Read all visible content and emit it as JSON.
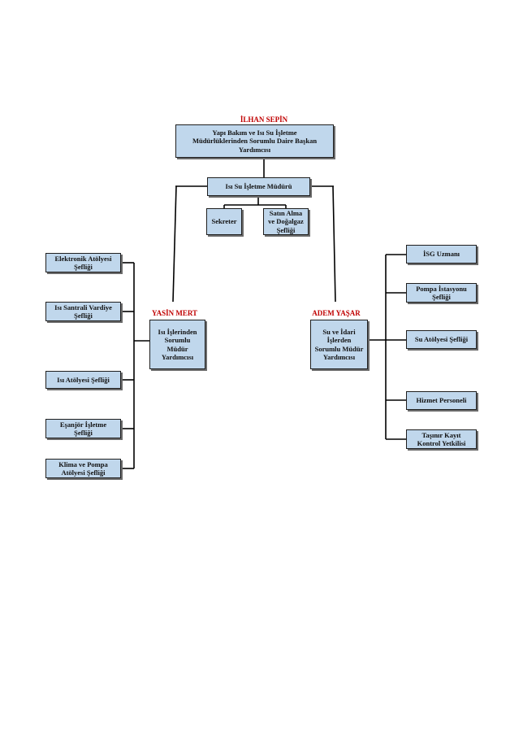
{
  "colors": {
    "box_fill": "#c0d7ec",
    "box_border": "#1f1f1f",
    "person_name": "#c00000",
    "connector": "#000000"
  },
  "top": {
    "person": "İLHAN SEPİN",
    "title": "Yapı Bakım ve Isı Su İşletme\nMüdürlüklerinden Sorumlu Daire  Başkan\nYardımcısı"
  },
  "manager": {
    "title": "Isı Su İşletme Müdürü"
  },
  "staff": [
    {
      "title": "Sekreter"
    },
    {
      "title": "Satın Alma\nve Doğalgaz\nŞefliği"
    }
  ],
  "left_deputy": {
    "person": "YASİN MERT",
    "title": "Isı İşlerinden\nSorumlu\nMüdür\nYardımcısı",
    "units": [
      {
        "title": "Elektronik Atölyesi\nŞefliği"
      },
      {
        "title": "Isı Santrali Vardiye\nŞefliği"
      },
      {
        "title": "Isı Atölyesi Şefliği"
      },
      {
        "title": "Eşanjör İşletme\nŞefliği"
      },
      {
        "title": "Klima ve Pompa\nAtölyesi Şefliği"
      }
    ]
  },
  "right_deputy": {
    "person": "ADEM YAŞAR",
    "title": "Su ve İdari\nİşlerden\nSorumlu Müdür\nYardımcısı",
    "units": [
      {
        "title": "İSG Uzmanı"
      },
      {
        "title": "Pompa İstasyonu\nŞefliği"
      },
      {
        "title": "Su Atölyesi Şefliği"
      },
      {
        "title": "Hizmet Personeli"
      },
      {
        "title": "Taşınır Kayıt\nKontrol Yetkilisi"
      }
    ]
  }
}
